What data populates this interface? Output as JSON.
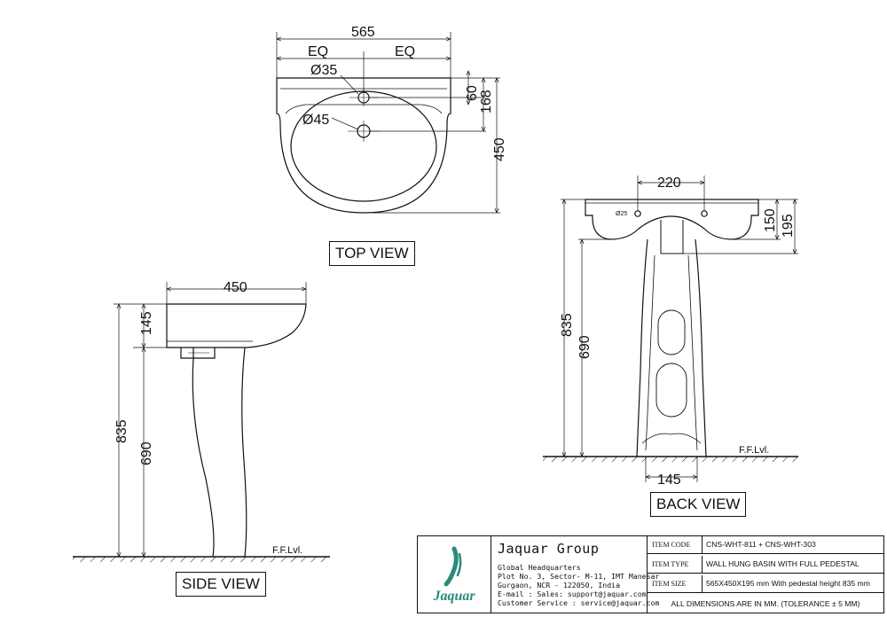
{
  "views": {
    "top": "TOP VIEW",
    "side": "SIDE VIEW",
    "back": "BACK VIEW"
  },
  "dimensions": {
    "top_width": "565",
    "top_eq_left": "EQ",
    "top_eq_right": "EQ",
    "top_tap_hole": "Ø35",
    "top_waste_hole": "Ø45",
    "top_60": "60",
    "top_168": "168",
    "top_450": "450",
    "side_450": "450",
    "side_145": "145",
    "side_835": "835",
    "side_690": "690",
    "side_floor": "F.F.Lvl.",
    "back_220": "220",
    "back_hole": "Ø25",
    "back_150": "150",
    "back_195": "195",
    "back_835": "835",
    "back_690": "690",
    "back_145": "145",
    "back_floor": "F.F.Lvl."
  },
  "titleblock": {
    "brand": "Jaquar",
    "company": "Jaquar Group",
    "address": [
      "Global Headquarters",
      "Plot No. 3, Sector- M-11, IMT Manesar",
      "Gurgaon, NCR - 122050, India",
      "E-mail : Sales: support@jaquar.com",
      "Customer Service : service@jaquar.com"
    ],
    "item_code_label": "ITEM CODE",
    "item_code": "CNS-WHT-811 + CNS-WHT-303",
    "item_type_label": "ITEM TYPE",
    "item_type": "WALL HUNG BASIN WITH FULL PEDESTAL",
    "item_size_label": "ITEM SIZE",
    "item_size": "565X450X195 mm With pedestal height 835 mm",
    "note": "ALL DIMENSIONS ARE IN MM. (TOLERANCE ± 5 MM)",
    "logo_color": "#2a8a7a"
  }
}
